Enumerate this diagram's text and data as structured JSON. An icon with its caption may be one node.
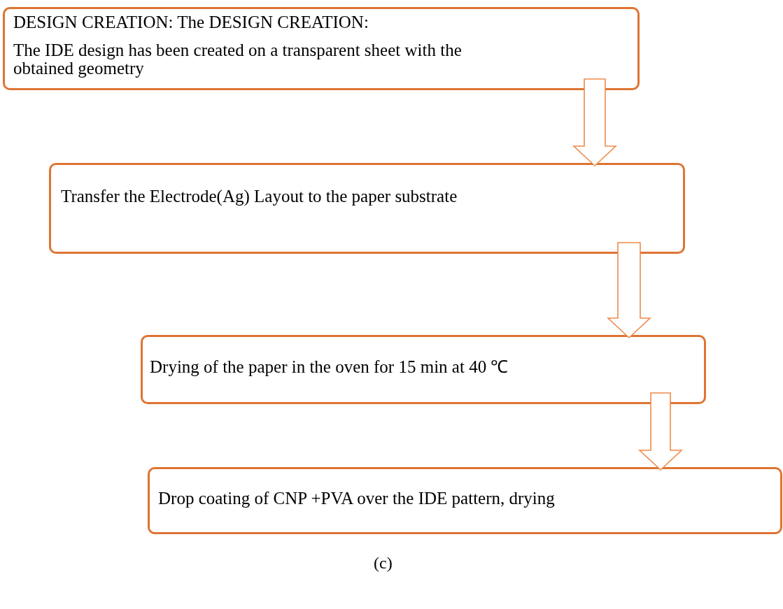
{
  "diagram": {
    "nodes": [
      {
        "text": [
          "DESIGN CREATION: The DESIGN CREATION:",
          "The IDE design has been created on a transparent sheet with the obtained geometry"
        ]
      },
      {
        "text": [
          "Transfer the Electrode(Ag) Layout to the paper substrate"
        ]
      },
      {
        "text": [
          "Drying of the paper in the oven for 15 min at 40 ℃"
        ]
      },
      {
        "text": [
          "Drop coating of CNP +PVA over the IDE pattern, drying"
        ]
      }
    ],
    "edges": [
      {
        "from": 0,
        "to": 1,
        "arrow": "to"
      },
      {
        "from": 1,
        "to": 2,
        "arrow": "to"
      },
      {
        "from": 2,
        "to": 3,
        "arrow": "to"
      }
    ],
    "labels": [
      "(c)"
    ]
  }
}
